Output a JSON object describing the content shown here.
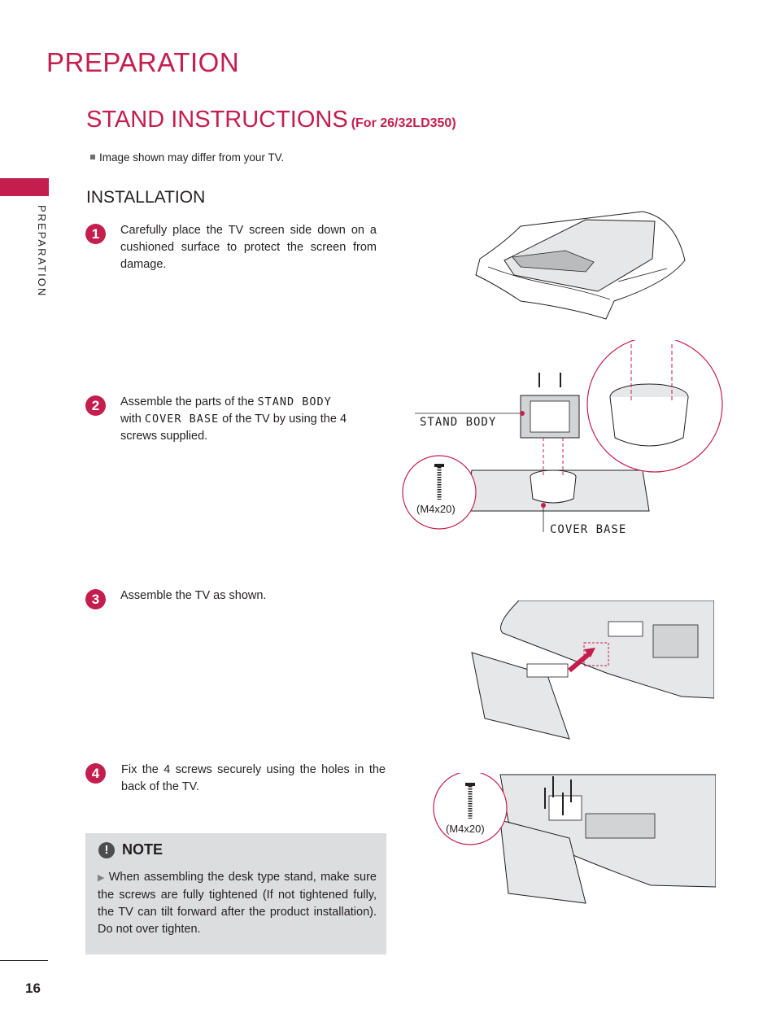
{
  "header": {
    "title": "PREPARATION"
  },
  "side_label": "PREPARATION",
  "section": {
    "title": "STAND INSTRUCTIONS",
    "subtitle": "(For 26/32LD350)"
  },
  "disclaimer": "Image shown may differ from your TV.",
  "subheading": "INSTALLATION",
  "steps": [
    {
      "number": "1",
      "text": "Carefully place the TV screen side down on a cushioned surface to protect the screen from damage."
    },
    {
      "number": "2",
      "text_before": "Assemble the parts of the",
      "stand_body": "STAND BODY",
      "text_with": "with",
      "cover_base": "COVER BASE",
      "text_after": "of the TV by using the 4 screws supplied."
    },
    {
      "number": "3",
      "text": "Assemble the TV as shown."
    },
    {
      "number": "4",
      "text": "Fix the 4 screws securely using the holes in the back of the TV."
    }
  ],
  "figure_labels": {
    "stand_body": "STAND BODY",
    "cover_base": "COVER BASE",
    "screw_size_1": "(M4x20)",
    "screw_size_2": "(M4x20)"
  },
  "note": {
    "icon": "exclamation-icon",
    "title": "NOTE",
    "text": "When assembling the desk type stand, make sure the screws are fully tightened (If not tightened fully, the TV can tilt forward after the product installation). Do not  over tighten."
  },
  "page_number": "16",
  "colors": {
    "accent": "#c41e4e",
    "note_bg": "#dcdddf"
  }
}
